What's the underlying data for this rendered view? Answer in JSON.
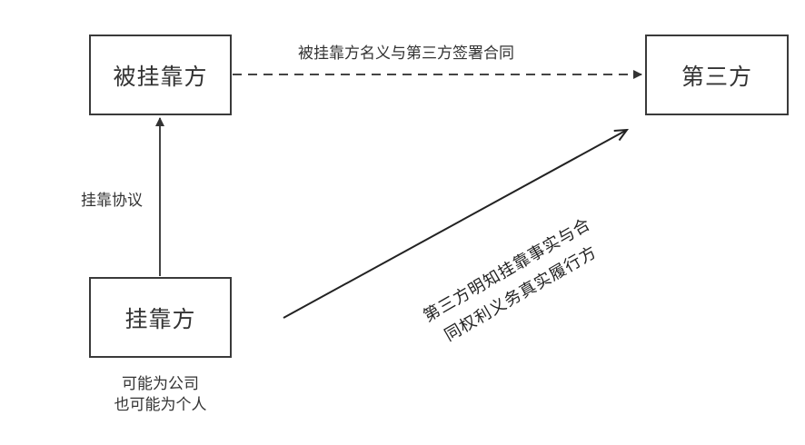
{
  "nodes": {
    "beiguakao": "被挂靠方",
    "disanfang": "第三方",
    "guakaofang": "挂靠方"
  },
  "edges": {
    "sign_contract": "被挂靠方名义与第三方签署合同",
    "guakao_agreement": "挂靠协议",
    "performance_line1": "第三方明知挂靠事实与合",
    "performance_line2": "同权利义务真实履行方"
  },
  "caption": {
    "line1": "可能为公司",
    "line2": "也可能为个人"
  },
  "colors": {
    "line": "#333333",
    "box_border": "#3a3a3a",
    "text": "#333333"
  }
}
